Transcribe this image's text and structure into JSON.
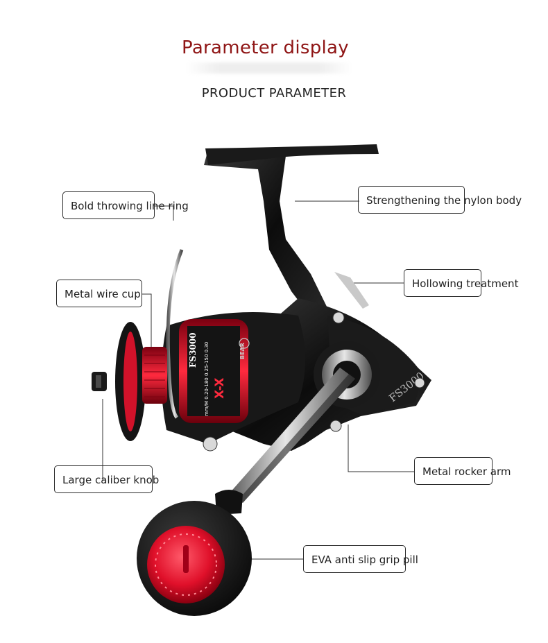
{
  "header": {
    "title": "Parameter display",
    "subtitle": "PRODUCT PARAMETER"
  },
  "callouts": [
    {
      "id": "bold-throwing-line-ring",
      "text": "Bold throwing line ring"
    },
    {
      "id": "metal-wire-cup",
      "text": "Metal wire cup"
    },
    {
      "id": "large-caliber-knob",
      "text": "Large caliber knob"
    },
    {
      "id": "strengthening-nylon-body",
      "text": "Strengthening the nylon body"
    },
    {
      "id": "hollowing-treatment",
      "text": "Hollowing treatment"
    },
    {
      "id": "metal-rocker-arm",
      "text": "Metal rocker arm"
    },
    {
      "id": "eva-grip",
      "text": "EVA anti slip grip pill"
    }
  ],
  "product": {
    "model": "FS3000",
    "spool_text": "FS3000",
    "spool_spec": "mm/M 0.20-180 0.25-150 0.30",
    "spool_brand": "BEAR",
    "spool_graphic_text": "X-X",
    "colors": {
      "body": "#141414",
      "accent_red": "#e0102a",
      "title_red": "#8f1515"
    }
  }
}
